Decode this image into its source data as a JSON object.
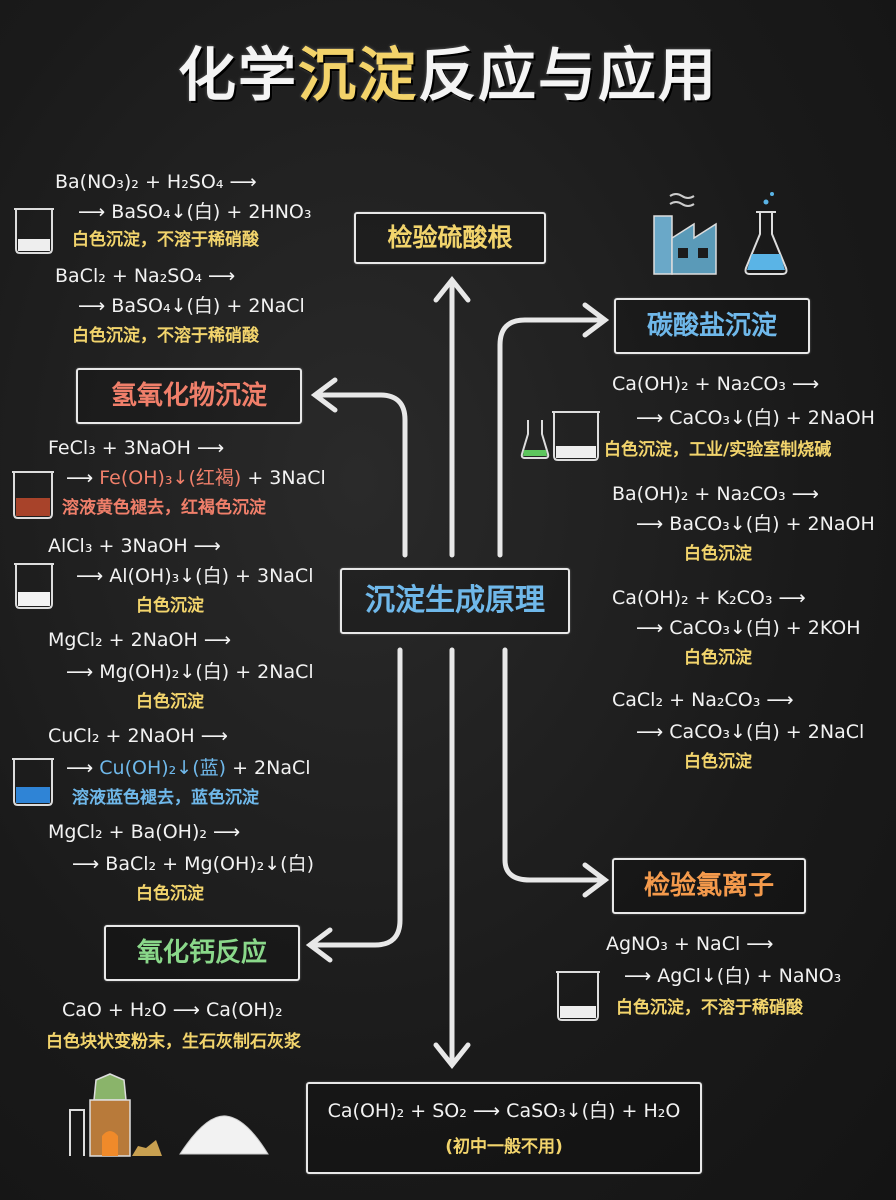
{
  "title": {
    "part1": "化学",
    "highlight": "沉淀",
    "part2": "反应与应用"
  },
  "boxes": {
    "sulfate": "检验硫酸根",
    "carbonate": "碳酸盐沉淀",
    "hydroxide": "氢氧化物沉淀",
    "principle": "沉淀生成原理",
    "chloride": "检验氯离子",
    "cao": "氧化钙反应"
  },
  "sulfate": {
    "eq1_l1": "Ba(NO₃)₂ + H₂SO₄ ⟶",
    "eq1_l2": "⟶ BaSO₄↓(白) + 2HNO₃",
    "eq1_note": "白色沉淀，不溶于稀硝酸",
    "eq2_l1": "BaCl₂ + Na₂SO₄ ⟶",
    "eq2_l2": "⟶ BaSO₄↓(白) + 2NaCl",
    "eq2_note": "白色沉淀，不溶于稀硝酸"
  },
  "hydroxide": {
    "fe_l1": "FeCl₃ + 3NaOH ⟶",
    "fe_l2a": "⟶ ",
    "fe_l2b": "Fe(OH)₃↓(红褐)",
    "fe_l2c": " + 3NaCl",
    "fe_note": "溶液黄色褪去，红褐色沉淀",
    "al_l1": "AlCl₃ + 3NaOH ⟶",
    "al_l2": "⟶ Al(OH)₃↓(白) + 3NaCl",
    "al_note": "白色沉淀",
    "mg_l1": "MgCl₂ + 2NaOH ⟶",
    "mg_l2": "⟶ Mg(OH)₂↓(白) + 2NaCl",
    "mg_note": "白色沉淀",
    "cu_l1": "CuCl₂ + 2NaOH ⟶",
    "cu_l2a": "⟶ ",
    "cu_l2b": "Cu(OH)₂↓(蓝)",
    "cu_l2c": " + 2NaCl",
    "cu_note": "溶液蓝色褪去，蓝色沉淀",
    "mgba_l1": "MgCl₂ + Ba(OH)₂ ⟶",
    "mgba_l2": "⟶ BaCl₂ + Mg(OH)₂↓(白)",
    "mgba_note": "白色沉淀"
  },
  "carbonate": {
    "c1_l1": "Ca(OH)₂ + Na₂CO₃ ⟶",
    "c1_l2": "⟶ CaCO₃↓(白) + 2NaOH",
    "c1_note": "白色沉淀，工业/实验室制烧碱",
    "c2_l1": "Ba(OH)₂ + Na₂CO₃ ⟶",
    "c2_l2": "⟶ BaCO₃↓(白) + 2NaOH",
    "c2_note": "白色沉淀",
    "c3_l1": "Ca(OH)₂ + K₂CO₃ ⟶",
    "c3_l2": "⟶ CaCO₃↓(白) + 2KOH",
    "c3_note": "白色沉淀",
    "c4_l1": "CaCl₂ + Na₂CO₃ ⟶",
    "c4_l2": "⟶ CaCO₃↓(白) + 2NaCl",
    "c4_note": "白色沉淀"
  },
  "chloride": {
    "l1": "AgNO₃ + NaCl ⟶",
    "l2": "⟶ AgCl↓(白) + NaNO₃",
    "note": "白色沉淀，不溶于稀硝酸"
  },
  "cao": {
    "l1": "CaO + H₂O ⟶ Ca(OH)₂",
    "note": "白色块状变粉末，生石灰制石灰浆"
  },
  "bottom": {
    "l1": "Ca(OH)₂ + SO₂ ⟶ CaSO₃↓(白) + H₂O",
    "l2": "(初中一般不用)"
  },
  "colors": {
    "yellow": "#f2d46c",
    "red": "#f07f6a",
    "blue": "#6fb8ea",
    "green": "#8ad88a",
    "chalk": "#e8e8e8"
  },
  "icons": [
    "beaker-icon",
    "factory-icon",
    "flask-icon",
    "kiln-icon",
    "powder-pile-icon"
  ]
}
